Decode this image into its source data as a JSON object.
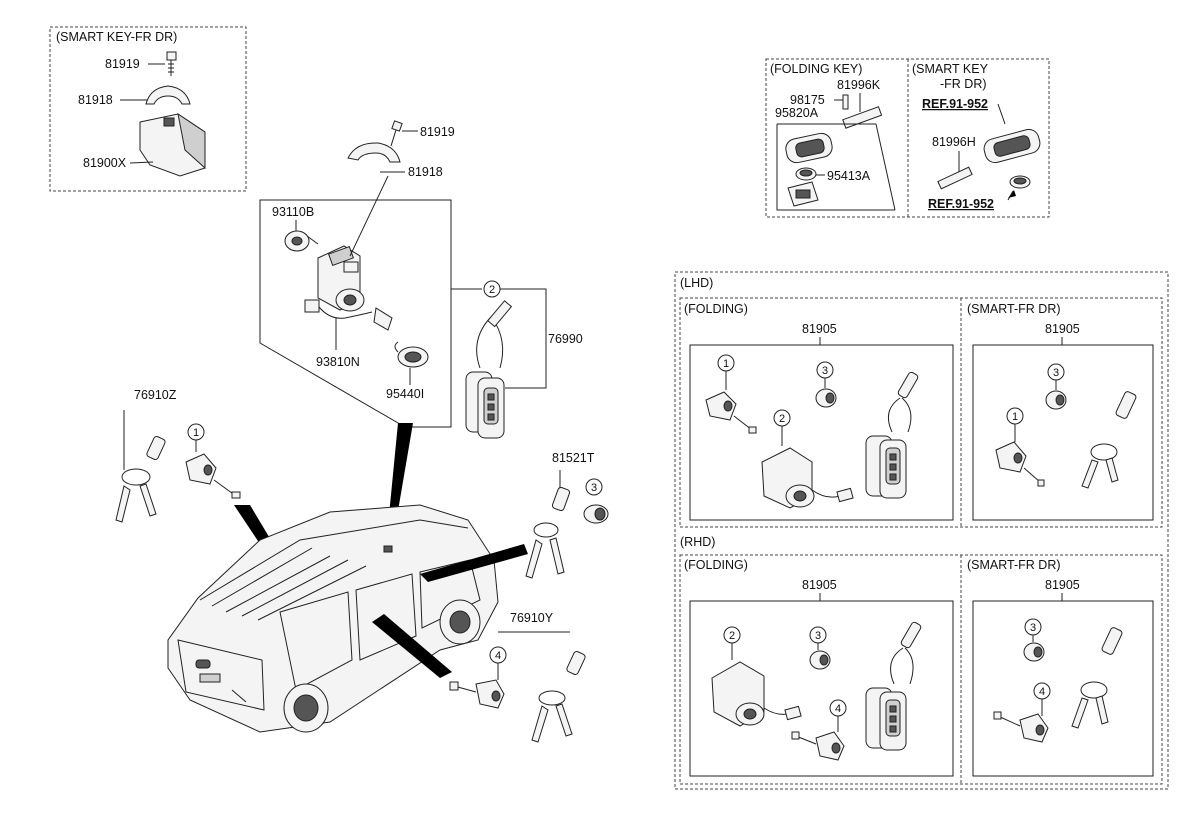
{
  "boxes": {
    "smart_key_fr_dr_top_left": "(SMART KEY-FR DR)",
    "folding_key": "(FOLDING KEY)",
    "smart_key_fr_dr_top_right_line1": "(SMART KEY",
    "smart_key_fr_dr_top_right_line2": "-FR DR)",
    "lhd": "(LHD)",
    "rhd": "(RHD)",
    "lhd_folding": "(FOLDING)",
    "lhd_smart": "(SMART-FR DR)",
    "rhd_folding": "(FOLDING)",
    "rhd_smart": "(SMART-FR DR)"
  },
  "labels": {
    "p81919_a": "81919",
    "p81918_a": "81918",
    "p81900x": "81900X",
    "p81919_b": "81919",
    "p81918_b": "81918",
    "p93110b": "93110B",
    "p93810n": "93810N",
    "p95440i": "95440I",
    "p76990": "76990",
    "p76910z": "76910Z",
    "p81521t": "81521T",
    "p76910y": "76910Y",
    "p98175": "98175",
    "p81996k": "81996K",
    "p95820a": "95820A",
    "p95413a": "95413A",
    "p81996h": "81996H",
    "ref_a": "REF.91-952",
    "ref_b": "REF.91-952",
    "p81905_lhd_folding": "81905",
    "p81905_lhd_smart": "81905",
    "p81905_rhd_folding": "81905",
    "p81905_rhd_smart": "81905"
  },
  "callouts": {
    "c2_main": "2",
    "c1_76910z": "1",
    "c3_81521t": "3",
    "c4_76910y": "4",
    "lhd_fold_1": "1",
    "lhd_fold_2": "2",
    "lhd_fold_3": "3",
    "lhd_smart_1": "1",
    "lhd_smart_3": "3",
    "rhd_fold_2": "2",
    "rhd_fold_3": "3",
    "rhd_fold_4": "4",
    "rhd_smart_3": "3",
    "rhd_smart_4": "4"
  },
  "icons": {
    "vehicle": "suv-vehicle-icon",
    "ignition": "ignition-lock-icon",
    "key": "folding-key-icon",
    "smart_key": "smart-key-fob-icon",
    "door_lock": "door-lock-cylinder-icon",
    "tailgate_lock": "tailgate-lock-cylinder-icon"
  }
}
